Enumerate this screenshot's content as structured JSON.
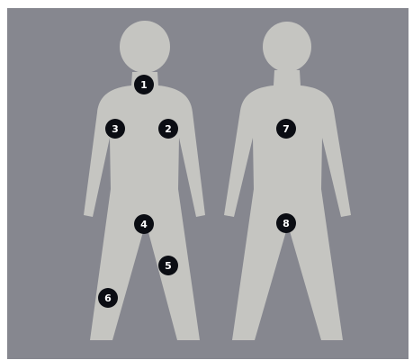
{
  "colors": {
    "background": "#86878f",
    "silhouette": "#c5c5c1",
    "marker_fill": "#0b0d13",
    "marker_text": "#ffffff"
  },
  "figures": [
    {
      "icon": "human-silhouette-icon"
    },
    {
      "icon": "human-silhouette-icon"
    }
  ],
  "markers": [
    {
      "label": "1",
      "figure": 1
    },
    {
      "label": "2",
      "figure": 1
    },
    {
      "label": "3",
      "figure": 1
    },
    {
      "label": "4",
      "figure": 1
    },
    {
      "label": "5",
      "figure": 1
    },
    {
      "label": "6",
      "figure": 1
    },
    {
      "label": "7",
      "figure": 2
    },
    {
      "label": "8",
      "figure": 2
    }
  ]
}
